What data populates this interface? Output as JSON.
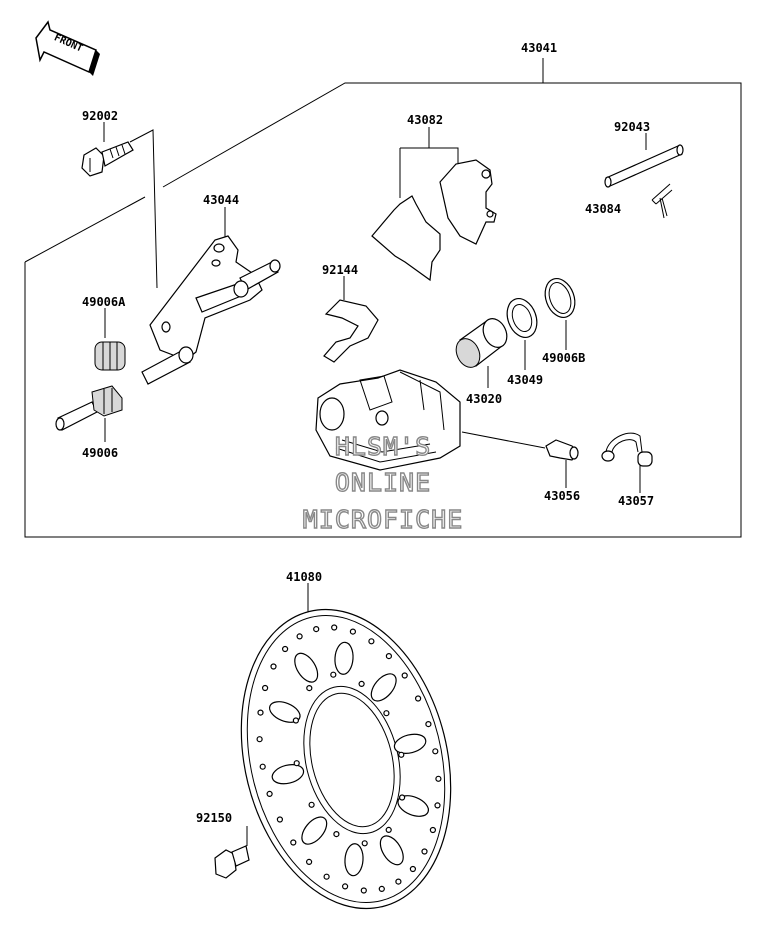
{
  "front_arrow": {
    "label": "FRONT",
    "icon": "front-arrow-icon"
  },
  "parts": {
    "p43041": "43041",
    "p92002": "92002",
    "p43082": "43082",
    "p92043": "92043",
    "p43084": "43084",
    "p43044": "43044",
    "p92144": "92144",
    "p49006A": "49006A",
    "p49006B": "49006B",
    "p43049": "43049",
    "p43020": "43020",
    "p49006": "49006",
    "p43056": "43056",
    "p43057": "43057",
    "p41080": "41080",
    "p92150": "92150"
  },
  "watermark": {
    "line1": "HLSM'S",
    "line2": "ONLINE",
    "line3": "MICROFICHE",
    "color": "#888888"
  }
}
